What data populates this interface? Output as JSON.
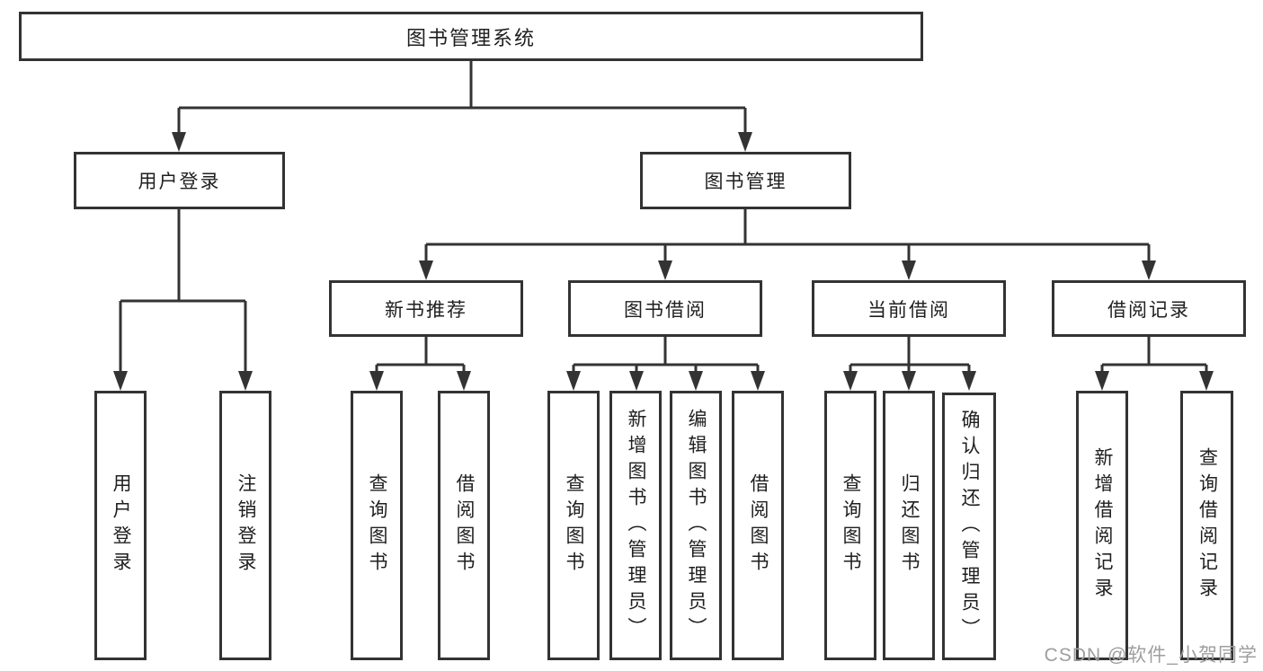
{
  "colors": {
    "line": "#333333",
    "text": "#1f1f1f",
    "background": "#ffffff",
    "watermark": "#9e9e9e"
  },
  "tree": {
    "label": "图书管理系统",
    "children": [
      {
        "label": "用户登录",
        "children": [
          {
            "label": "用户登录"
          },
          {
            "label": "注销登录"
          }
        ]
      },
      {
        "label": "图书管理",
        "children": [
          {
            "label": "新书推荐",
            "children": [
              {
                "label": "查询图书"
              },
              {
                "label": "借阅图书"
              }
            ]
          },
          {
            "label": "图书借阅",
            "children": [
              {
                "label": "查询图书"
              },
              {
                "label": "新增图书（管理员）"
              },
              {
                "label": "编辑图书（管理员）"
              },
              {
                "label": "借阅图书"
              }
            ]
          },
          {
            "label": "当前借阅",
            "children": [
              {
                "label": "查询图书"
              },
              {
                "label": "归还图书"
              },
              {
                "label": "确认归还（管理员）"
              }
            ]
          },
          {
            "label": "借阅记录",
            "children": [
              {
                "label": "新增借阅记录"
              },
              {
                "label": "查询借阅记录"
              }
            ]
          }
        ]
      }
    ]
  },
  "watermark": {
    "text": "CSDN @软件_小贺同学"
  }
}
